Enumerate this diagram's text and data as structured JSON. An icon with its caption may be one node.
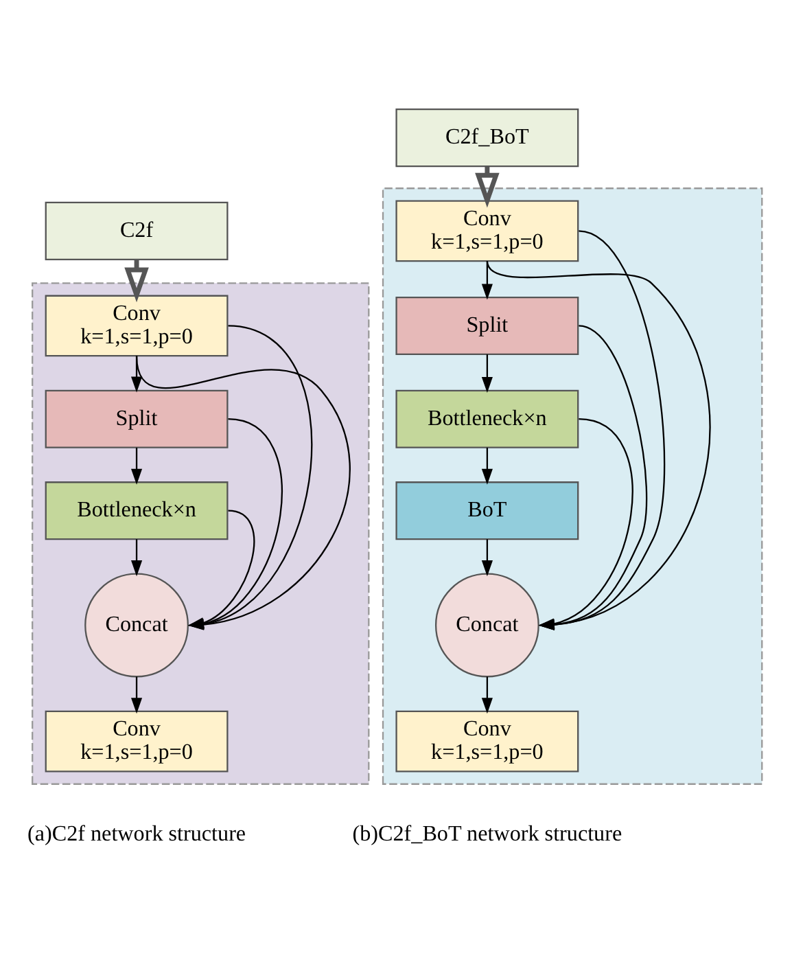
{
  "diagram": {
    "nodes": [
      {
        "text": [
          "C2f"
        ]
      },
      {
        "text": [],
        "shape": "box"
      },
      {
        "text": [
          "Conv",
          "k=1,s=1,p=0"
        ],
        "in": 1
      },
      {
        "text": [
          "Split"
        ],
        "in": 1
      },
      {
        "text": [
          "Bottleneck×n"
        ],
        "in": 1
      },
      {
        "text": [
          "Concat"
        ],
        "in": 1
      },
      {
        "text": [
          "Conv",
          "k=1,s=1,p=0"
        ],
        "in": 1
      },
      {
        "text": [
          "C2f_BoT"
        ]
      },
      {
        "text": [],
        "shape": "box"
      },
      {
        "text": [
          "Conv",
          "k=1,s=1,p=0"
        ],
        "in": 8
      },
      {
        "text": [
          "Split"
        ],
        "in": 8
      },
      {
        "text": [
          "Bottleneck×n"
        ],
        "in": 8
      },
      {
        "text": [
          "BoT"
        ],
        "in": 8
      },
      {
        "text": [
          "Concat"
        ],
        "in": 8
      },
      {
        "text": [
          "Conv",
          "k=1,s=1,p=0"
        ],
        "in": 8
      }
    ],
    "edges": [
      {
        "from": 0,
        "to": 2,
        "arrow": "to",
        "style": "thick"
      },
      {
        "from": 2,
        "to": 3,
        "arrow": "to"
      },
      {
        "from": 3,
        "to": 4,
        "arrow": "to"
      },
      {
        "from": 4,
        "to": 5,
        "arrow": "to"
      },
      {
        "from": 5,
        "to": 6,
        "arrow": "to"
      },
      {
        "from": 2,
        "to": 5,
        "arrow": "to"
      },
      {
        "from": 2,
        "to": 5,
        "arrow": "to"
      },
      {
        "from": 3,
        "to": 5,
        "arrow": "to"
      },
      {
        "from": 4,
        "to": 5,
        "arrow": "to"
      },
      {
        "from": 7,
        "to": 9,
        "arrow": "to",
        "style": "thick"
      },
      {
        "from": 9,
        "to": 10,
        "arrow": "to"
      },
      {
        "from": 10,
        "to": 11,
        "arrow": "to"
      },
      {
        "from": 11,
        "to": 12,
        "arrow": "to"
      },
      {
        "from": 12,
        "to": 13,
        "arrow": "to"
      },
      {
        "from": 13,
        "to": 14,
        "arrow": "to"
      },
      {
        "from": 9,
        "to": 13,
        "arrow": "to"
      },
      {
        "from": 9,
        "to": 13,
        "arrow": "to"
      },
      {
        "from": 10,
        "to": 13,
        "arrow": "to"
      },
      {
        "from": 11,
        "to": 13,
        "arrow": "to"
      }
    ],
    "labels": [
      "(a)C2f network structure",
      "(b)C2f_BoT network structure"
    ]
  }
}
